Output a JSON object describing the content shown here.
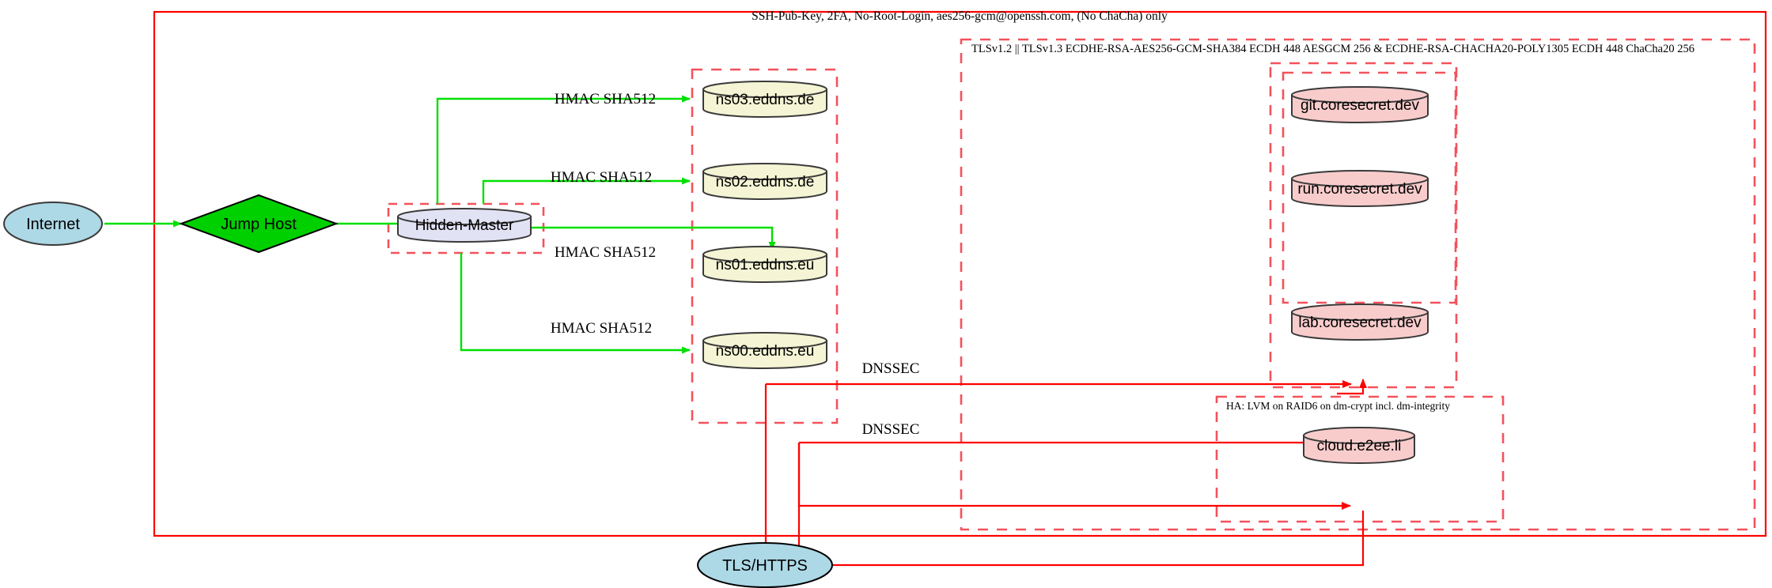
{
  "diagram": {
    "title_label": "SSH-Pub-Key, 2FA, No-Root-Login, aes256-gcm@openssh.com, (No ChaCha) only",
    "tls_cluster_label": "TLSv1.2 || TLSv1.3 ECDHE-RSA-AES256-GCM-SHA384 ECDH 448 AESGCM 256 & ECDHE-RSA-CHACHA20-POLY1305 ECDH 448 ChaCha20 256",
    "ha_cluster_label": "HA: LVM on RAID6 on dm-crypt incl. dm-integrity",
    "colors": {
      "boundary_red": "#ff0000",
      "cluster_dashed_red": "#f4525c",
      "link_green": "#00e000",
      "link_red": "#ff0000",
      "internet_fill": "#add8e6",
      "jumphost_fill": "#00d000",
      "master_fill": "#e2e2f5",
      "ns_fill": "#f5f5d5",
      "service_fill": "#f9cccc",
      "node_stroke": "#3a3a3a"
    },
    "nodes": {
      "internet": "Internet",
      "jump_host": "Jump Host",
      "hidden_master": "Hidden-Master",
      "ns03": "ns03.eddns.de",
      "ns02": "ns02.eddns.de",
      "ns01": "ns01.eddns.eu",
      "ns00": "ns00.eddns.eu",
      "git": "git.coresecret.dev",
      "run": "run.coresecret.dev",
      "lab": "lab.coresecret.dev",
      "cloud": "cloud.e2ee.li",
      "tls_https": "TLS/HTTPS"
    },
    "edge_labels": {
      "hmac_ns03": "HMAC SHA512",
      "hmac_ns02": "HMAC SHA512",
      "hmac_ns01": "HMAC SHA512",
      "hmac_ns00": "HMAC SHA512",
      "dnssec_upper": "DNSSEC",
      "dnssec_lower": "DNSSEC"
    }
  }
}
